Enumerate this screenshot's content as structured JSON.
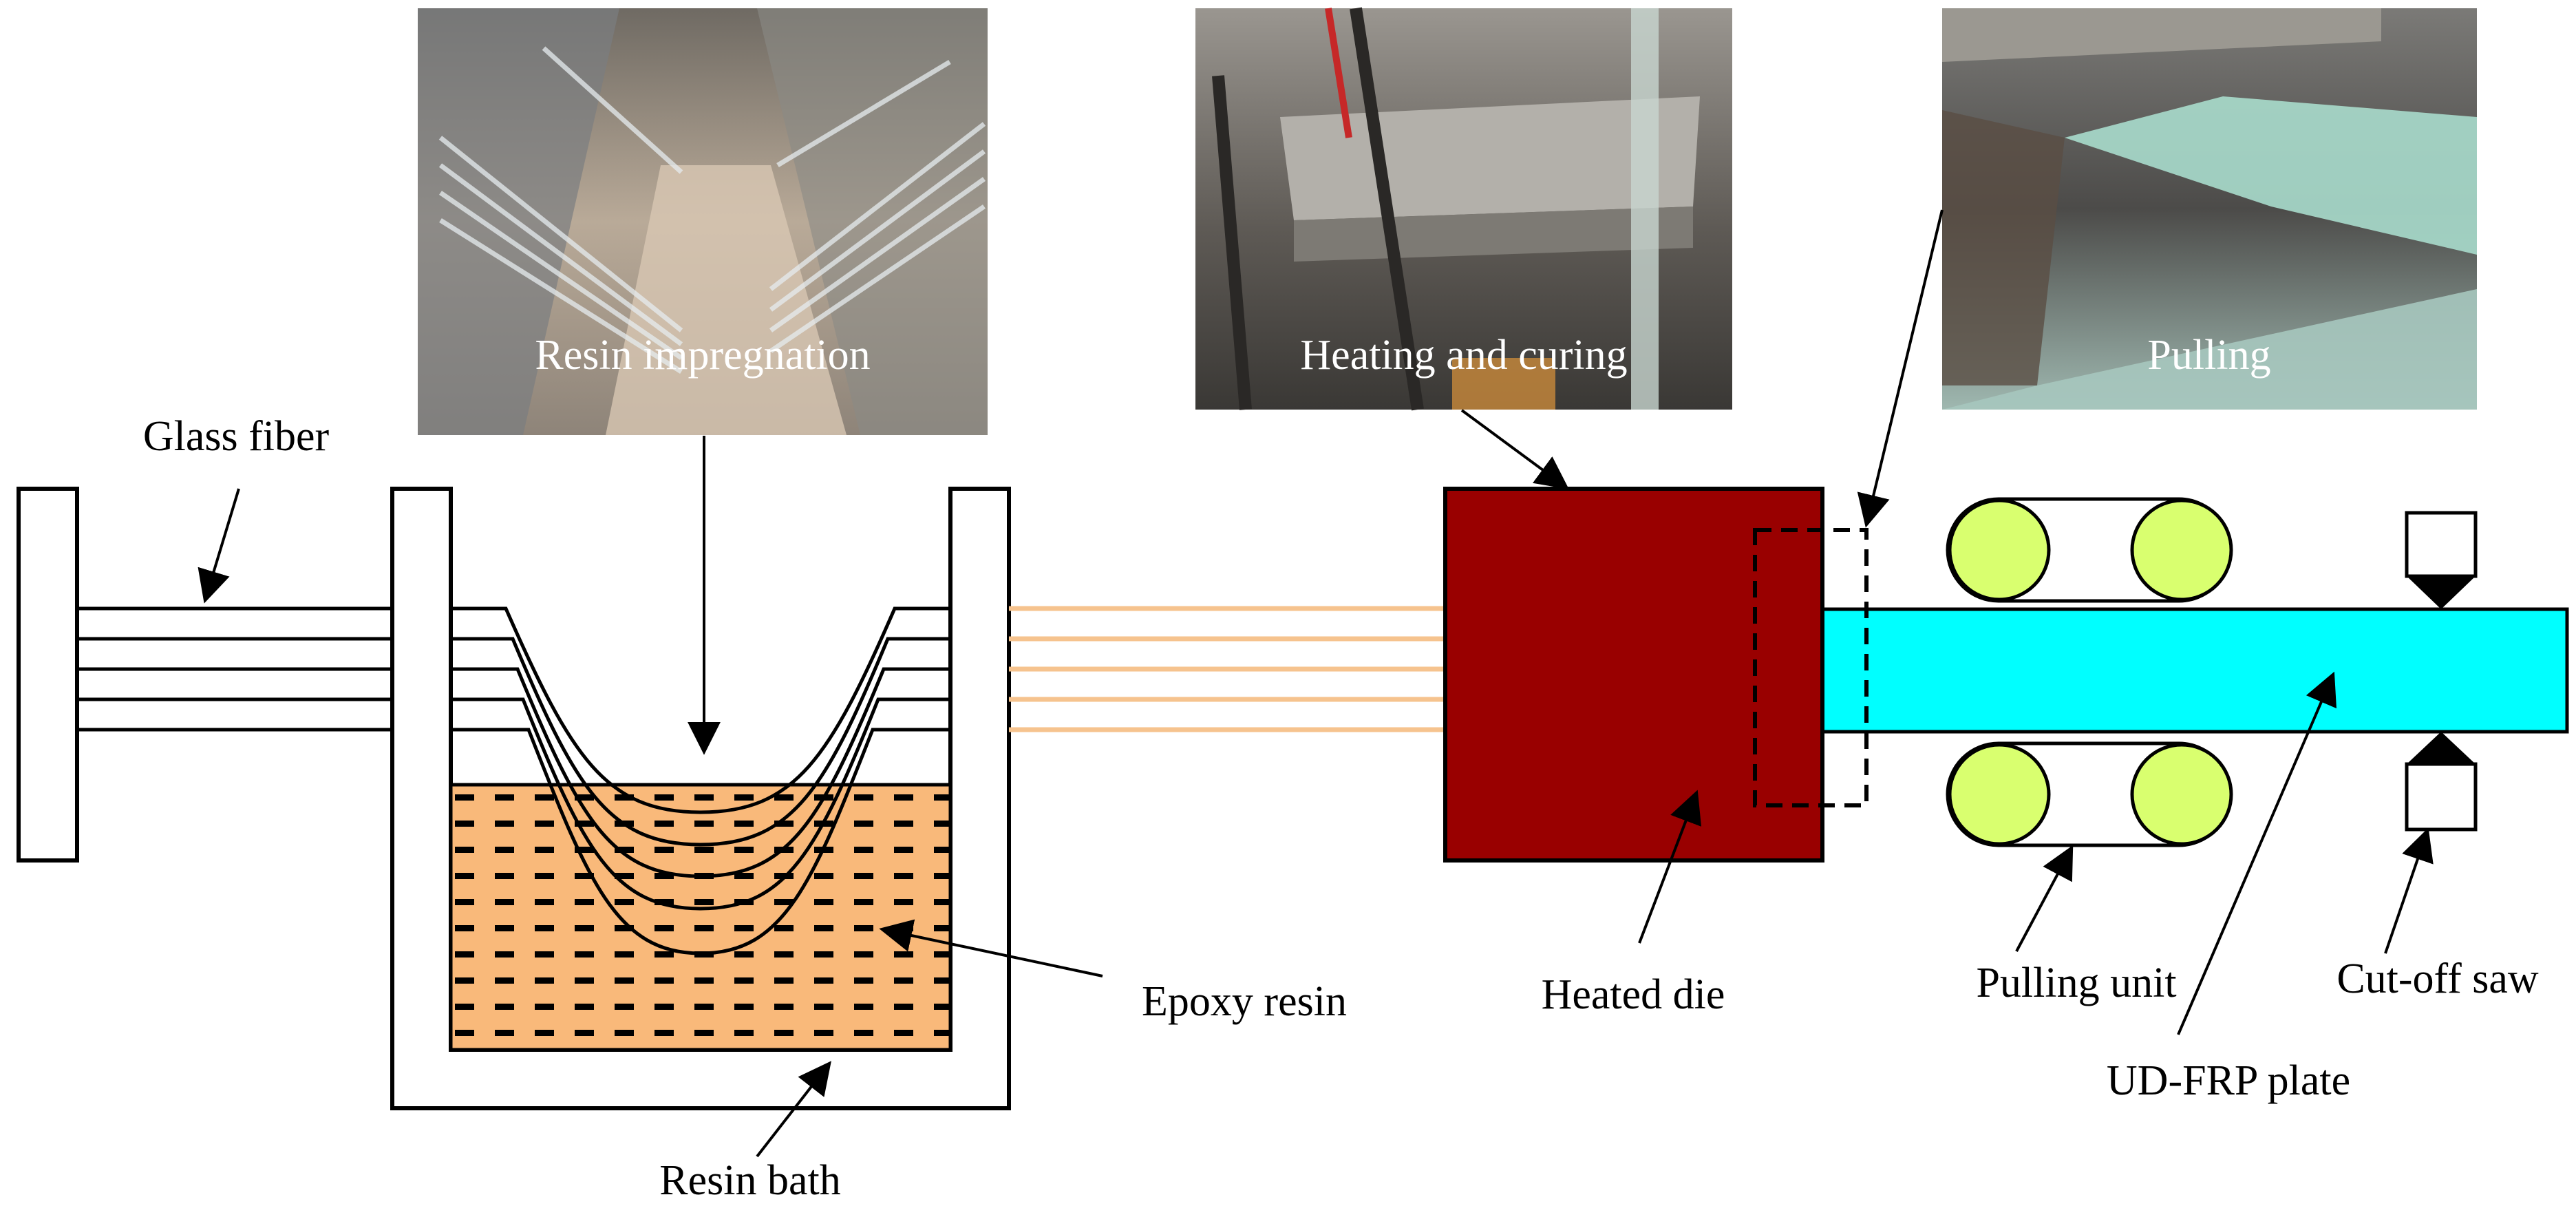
{
  "photos": {
    "resin_impregnation": "Resin impregnation",
    "heating_and_curing": "Heating and curing",
    "pulling": "Pulling"
  },
  "labels": {
    "glass_fiber": "Glass fiber",
    "epoxy_resin": "Epoxy resin",
    "resin_bath": "Resin bath",
    "heated_die": "Heated die",
    "pulling_unit": "Pulling unit",
    "cut_off_saw": "Cut-off saw",
    "ud_frp_plate": "UD-FRP plate"
  },
  "colors": {
    "epoxy_resin": "#f9b97a",
    "cured_fiber": "#f6c38e",
    "heated_die": "#990000",
    "frp_plate": "#00ffff",
    "rollers": "#d9ff6f"
  }
}
